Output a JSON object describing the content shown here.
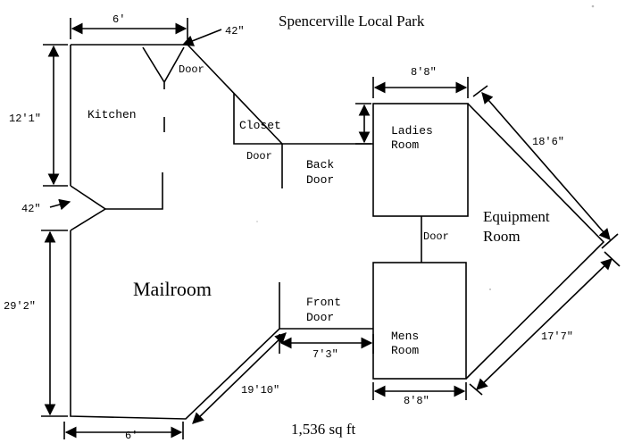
{
  "title": "Spencerville Local Park",
  "area": "1,536 sq ft",
  "rooms": {
    "kitchen": "Kitchen",
    "mailroom": "Mailroom",
    "closet": "Closet",
    "ladies_room": [
      "Ladies",
      "Room"
    ],
    "mens_room": [
      "Mens",
      "Room"
    ],
    "equipment_room": [
      "Equipment",
      "Room"
    ]
  },
  "doors": {
    "kitchen_door": "Door",
    "closet_door": "Door",
    "back_door": [
      "Back",
      "Door"
    ],
    "restroom_door": "Door",
    "front_door": [
      "Front",
      "Door"
    ]
  },
  "dimensions": {
    "top_width": "6'",
    "top_door_width": "42\"",
    "kitchen_height": "12'1\"",
    "side_door_width": "42\"",
    "mailroom_height": "29'2\"",
    "bottom_width": "6'",
    "lower_diagonal": "19'10\"",
    "front_passage": "7'3\"",
    "ladies_width": "8'8\"",
    "mens_width": "8'8\"",
    "upper_right_diagonal": "18'6\"",
    "lower_right_diagonal": "17'7\""
  }
}
